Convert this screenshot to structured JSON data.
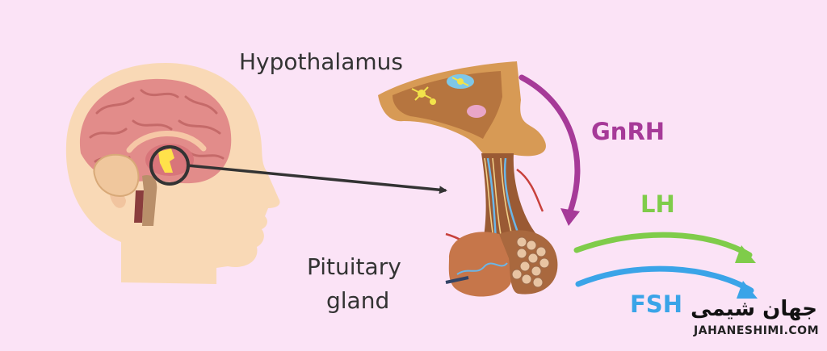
{
  "labels": {
    "hypothalamus": "Hypothalamus",
    "pituitary_line1": "Pituitary",
    "pituitary_line2": "gland",
    "gnrh": "GnRH",
    "lh": "LH",
    "fsh": "FSH"
  },
  "logo": {
    "persian": "جهان شیمی",
    "site": "JAHANESHIMI.COM"
  },
  "colors": {
    "background": "#fbe3f6",
    "gnrh": "#a63a98",
    "lh": "#7fcc4a",
    "fsh": "#3aa4e8",
    "label_text": "#333333",
    "skin": "#f9d9b6",
    "brain": "#e28c8a"
  }
}
